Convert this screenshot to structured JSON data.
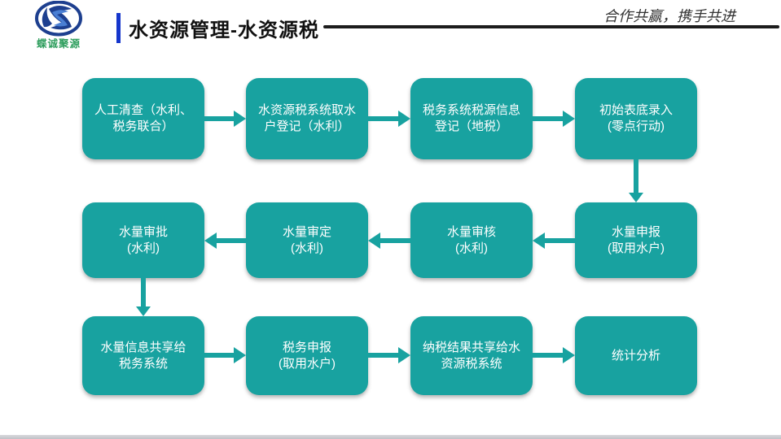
{
  "header": {
    "logo_name": "蝶诚聚源",
    "title": "水资源管理-水资源税",
    "slogan": "合作共赢，携手共进"
  },
  "flow": {
    "rows": [
      {
        "direction": "right",
        "boxes": [
          {
            "l1": "人工清查（水利、",
            "l2": "税务联合）"
          },
          {
            "l1": "水资源税系统取水",
            "l2": "户登记（水利）"
          },
          {
            "l1": "税务系统税源信息",
            "l2": "登记（地税）"
          },
          {
            "l1": "初始表底录入",
            "l2": "(零点行动)"
          }
        ]
      },
      {
        "direction": "left",
        "boxes": [
          {
            "l1": "水量审批",
            "l2": "(水利)"
          },
          {
            "l1": "水量审定",
            "l2": "(水利)"
          },
          {
            "l1": "水量审核",
            "l2": "(水利)"
          },
          {
            "l1": "水量申报",
            "l2": "(取用水户)"
          }
        ]
      },
      {
        "direction": "right",
        "boxes": [
          {
            "l1": "水量信息共享给",
            "l2": "税务系统"
          },
          {
            "l1": "税务申报",
            "l2": "(取用水户)"
          },
          {
            "l1": "纳税结果共享给水",
            "l2": "资源税系统"
          },
          {
            "l1": "统计分析",
            "l2": ""
          }
        ]
      }
    ]
  },
  "colors": {
    "box_teal": "#18a2a0",
    "accent_blue": "#1536cc",
    "header_line": "#1c1c1c",
    "logo_green": "#2f9e5e",
    "logo_navy": "#1d3f8f",
    "footer_gray": "#c0c1c6"
  }
}
